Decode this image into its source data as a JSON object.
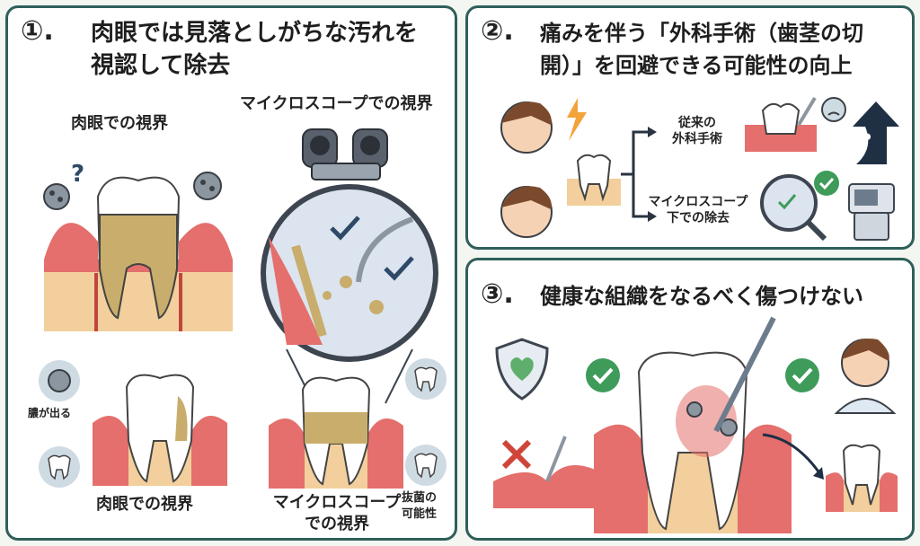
{
  "panel1": {
    "number": "①.",
    "title_line1": "肉眼では見落としがちな汚れを",
    "title_line2": "視認して除去",
    "label_naked_top": "肉眼での視界",
    "label_micro_top": "マイクロスコープでの視界",
    "label_pus": "膿が出る",
    "label_naked_bottom": "肉眼での視界",
    "label_micro_bottom_1": "マイクロスコープ",
    "label_micro_bottom_2": "での視界",
    "label_extract_1": "抜菌の",
    "label_extract_2": "可能性",
    "question_mark": "?"
  },
  "panel2": {
    "number": "②.",
    "title_line1": "痛みを伴う「外科手術（歯茎の切",
    "title_line2": "開）」を回避できる可能性の向上",
    "option1_line1": "従来の",
    "option1_line2": "外科手術",
    "option2_line1": "マイクロスコープ",
    "option2_line2": "下での除去",
    "up_text": "UP"
  },
  "panel3": {
    "number": "③.",
    "title": "健康な組織をなるべく傷つけない"
  },
  "colors": {
    "border": "#2f5f5a",
    "gum": "#e46f6c",
    "bone": "#f2cf9c",
    "tooth": "#ffffff",
    "plaque": "#c9ad6c",
    "check": "#3e9b5a",
    "cross": "#d0453a",
    "lens_bg": "#dbe4ef"
  },
  "icons": [
    "bacteria-icon",
    "question-icon",
    "tooth-icon",
    "microscope-icon",
    "lens-icon",
    "check-icon",
    "cross-icon",
    "shield-heart-icon",
    "pain-bolt-icon",
    "sad-face-icon",
    "up-arrow-icon",
    "device-icon",
    "person-icon"
  ]
}
